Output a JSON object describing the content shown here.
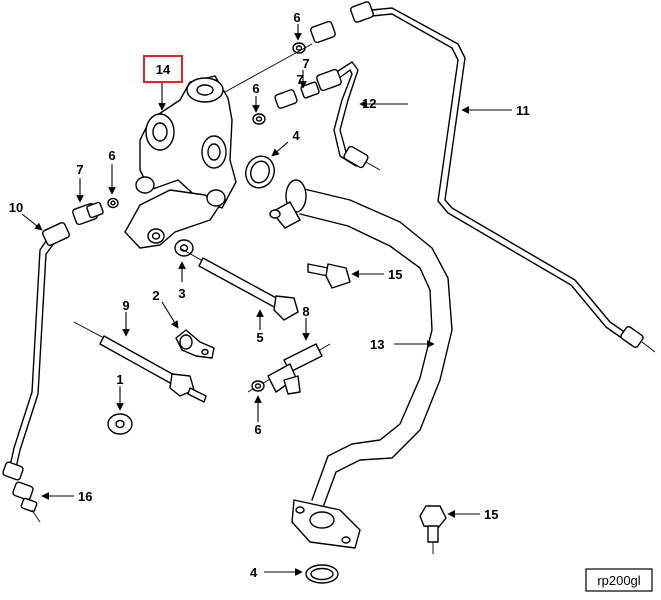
{
  "callouts": {
    "c14": "14",
    "c6a": "6",
    "c7a": "7",
    "c6b": "6",
    "c12": "12",
    "c11": "11",
    "c4a": "4",
    "c7b": "7",
    "c6c": "6",
    "c10": "10",
    "c3": "3",
    "c15a": "15",
    "c2": "2",
    "c9": "9",
    "c5": "5",
    "c8": "8",
    "c13": "13",
    "c1": "1",
    "c6d": "6",
    "c16": "16",
    "c15b": "15",
    "c4b": "4"
  },
  "reference_code": "rp200gl",
  "colors": {
    "highlight": "#d62a2a",
    "ink": "#000000",
    "shade": "#d9d9d9"
  }
}
